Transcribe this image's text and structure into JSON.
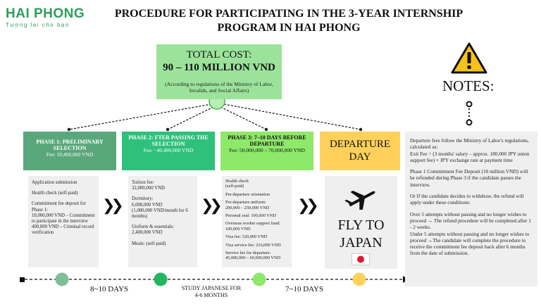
{
  "logo": {
    "main": "HAI PHONG",
    "sub": "Tương lai cho bạn"
  },
  "title": "PROCEDURE FOR PARTICIPATING IN THE 3-YEAR INTERNSHIP PROGRAM IN HAI PHONG",
  "cost": {
    "title": "TOTAL COST:",
    "amount": "90 – 110 MILLION VND",
    "note": "(According to regulations of the Ministry of Labor, Invalids, and Social Affairs)"
  },
  "phases": [
    {
      "name": "PHASE 1: PRELIMINARY SELECTION",
      "fee": "Fee: 10,400,000 VND"
    },
    {
      "name": "PHASE 2: FTER PASSING THE SELECTION",
      "fee": "Fee: ~40,400,000 VND"
    },
    {
      "name": "PHASE 3: 7–10 DAYS BEFORE DEPARTURE",
      "fee": "Fee: 50,000,000 – 70,000,000 VND"
    }
  ],
  "departure": {
    "title": "DEPARTURE DAY",
    "fly": "FLY TO JAPAN"
  },
  "phase1_items": [
    "Application submission",
    "Health check (self-paid)",
    "Commitment fee deposit for Phase 1:\n10,000,000 VND – Commitment to participate in the interview\n400,000 VND – Criminal record verification"
  ],
  "phase2_items": [
    "Tuition fee:\n32,000,000 VND",
    "Dormitory:\n6,000,000 VND\n(1,000,000 VND/month for 6 months)",
    "Uniform & essentials:\n2,400,000 VND",
    "Meals: (self-paid)"
  ],
  "phase3_items": [
    "Health check\n(self-paid)",
    "Pre-departure orientation",
    "Pre-departure uniform:\n200,000 – 250,000 VND",
    "Personal seal: 100,000 VND",
    "Overseas worker support fund:\n100,000 VND",
    "Visa fee: 520,000 VND",
    "Visa service fee: 216,000 VND",
    "Service fee for departure:\n45,000,000 – 60,000,000 VND"
  ],
  "timeline": {
    "left_label": "8~10 DAYS",
    "mid_label": "STUDY JAPANESE FOR\n4-6 MONTHS",
    "right_label": "7~10 DAYS"
  },
  "notes": {
    "title": "NOTES:",
    "paragraphs": [
      "Departure fees follow the Ministry of Labor's regulations, calculated as:\nExit Fee = (3 months' salary – approx. 180,000 JPY union support fee) × JPY exchange rate at payment time",
      "Phase 1 Commitment Fee Deposit (10 million VND) will be refunded during Phase 3 if the candidate passes the interview.",
      "Or If the candidate decides to withdraw, the refund will apply under these conditions:",
      "Over 5 attempts without passing and no longer wishes to proceed → The refund procedure will be completed after 1 - 2 weeks.",
      "Under 5 attempts without passing and no longer wishes to proceed →The candidate will complete the procedure to receive the commitment fee deposit back after 6 months from the date of submission."
    ]
  },
  "colors": {
    "phase1": "#5aa77c",
    "phase2": "#2fc07b",
    "phase3": "#8ee86a",
    "departure": "#ffd15a",
    "cost_box": "#9be39b",
    "brand": "#2e9e5a"
  },
  "icons": [
    "warning-icon",
    "airplane-icon",
    "japan-flag-icon",
    "chevron-right-icon"
  ]
}
